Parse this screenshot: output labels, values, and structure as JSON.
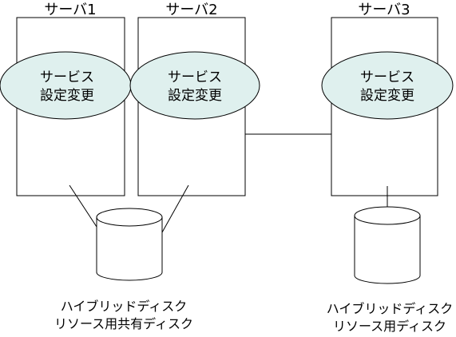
{
  "servers": [
    {
      "label": "サーバ1",
      "service_line1": "サービス",
      "service_line2": "設定変更"
    },
    {
      "label": "サーバ2",
      "service_line1": "サービス",
      "service_line2": "設定変更"
    },
    {
      "label": "サーバ3",
      "service_line1": "サービス",
      "service_line2": "設定変更"
    }
  ],
  "disks": [
    {
      "caption_line1": "ハイブリッドディスク",
      "caption_line2": "リソース用共有ディスク"
    },
    {
      "caption_line1": "ハイブリッドディスク",
      "caption_line2": "リソース用ディスク"
    }
  ],
  "colors": {
    "ellipse_fill": "#dff0ee",
    "line": "#000000",
    "background": "#ffffff"
  }
}
